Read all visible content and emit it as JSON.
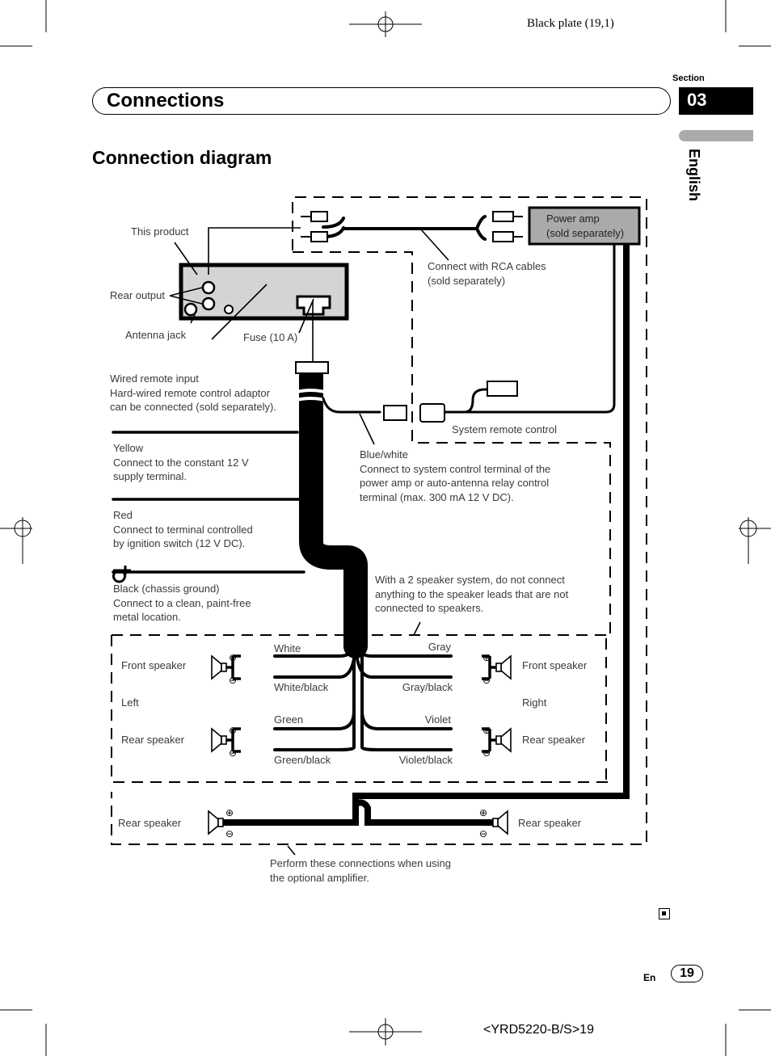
{
  "plate_label": "Black plate (19,1)",
  "section": {
    "label": "Section",
    "number": "03",
    "language": "English"
  },
  "header": {
    "title": "Connections"
  },
  "page_title": "Connection diagram",
  "diagram": {
    "this_product": "This product",
    "rear_output": "Rear output",
    "antenna_jack": "Antenna jack",
    "fuse": "Fuse (10 A)",
    "wired_remote": [
      "Wired remote input",
      "Hard-wired remote control adaptor",
      "can be connected (sold separately)."
    ],
    "power_amp": [
      "Power amp",
      "(sold separately)"
    ],
    "rca": [
      "Connect with RCA cables",
      "(sold separately)"
    ],
    "system_remote": "System remote control",
    "yellow": [
      "Yellow",
      "Connect to the constant 12 V",
      "supply terminal."
    ],
    "red": [
      "Red",
      "Connect to terminal controlled",
      "by ignition switch (12 V DC)."
    ],
    "black": [
      "Black (chassis ground)",
      "Connect to a clean, paint-free",
      "metal location."
    ],
    "blue_white": [
      "Blue/white",
      "Connect to system control terminal of the",
      "power amp or auto-antenna relay control",
      "terminal (max. 300 mA 12 V DC)."
    ],
    "two_speaker_note": [
      "With a 2 speaker system, do not connect",
      "anything to the speaker leads that are not",
      "connected to speakers."
    ],
    "wires": {
      "white": "White",
      "white_black": "White/black",
      "gray": "Gray",
      "gray_black": "Gray/black",
      "green": "Green",
      "green_black": "Green/black",
      "violet": "Violet",
      "violet_black": "Violet/black"
    },
    "front_speaker_left": "Front speaker",
    "left": "Left",
    "rear_speaker_left": "Rear speaker",
    "front_speaker_right": "Front speaker",
    "right": "Right",
    "rear_speaker_right": "Rear speaker",
    "amp_rear_speaker_left": "Rear speaker",
    "amp_rear_speaker_right": "Rear speaker",
    "amp_note": [
      "Perform these connections when using",
      "the optional amplifier."
    ]
  },
  "footer": {
    "lang": "En",
    "page": "19",
    "code": "<YRD5220-B/S>19"
  }
}
